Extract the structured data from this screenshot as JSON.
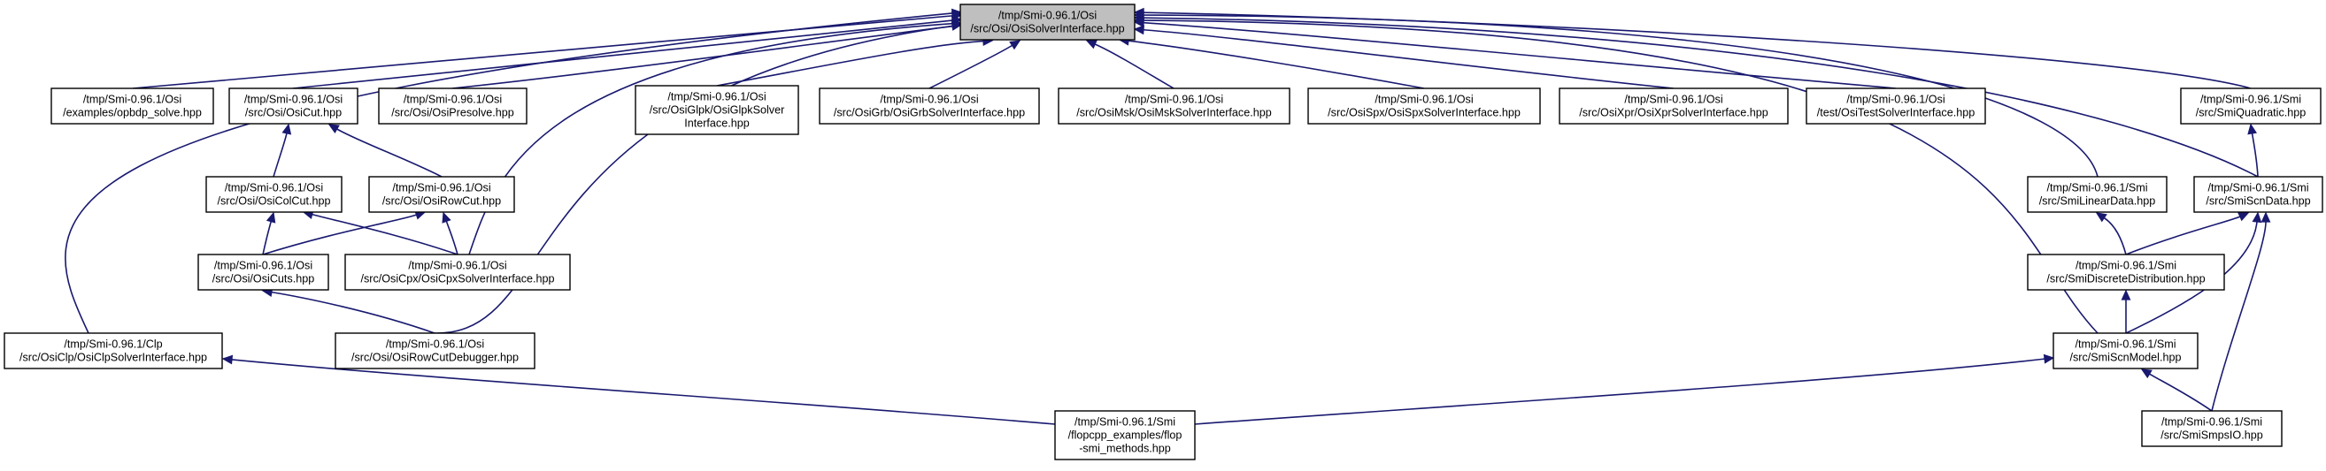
{
  "diagram": {
    "focus_node": "n_main",
    "nodes": [
      {
        "id": "n_main",
        "lines": [
          "/tmp/Smi-0.96.1/Osi",
          "/src/Osi/OsiSolverInterface.hpp"
        ]
      },
      {
        "id": "n_opbdp",
        "lines": [
          "/tmp/Smi-0.96.1/Osi",
          "/examples/opbdp_solve.hpp"
        ]
      },
      {
        "id": "n_osicut",
        "lines": [
          "/tmp/Smi-0.96.1/Osi",
          "/src/Osi/OsiCut.hpp"
        ]
      },
      {
        "id": "n_presolve",
        "lines": [
          "/tmp/Smi-0.96.1/Osi",
          "/src/Osi/OsiPresolve.hpp"
        ]
      },
      {
        "id": "n_glpk",
        "lines": [
          "/tmp/Smi-0.96.1/Osi",
          "/src/OsiGlpk/OsiGlpkSolver",
          "Interface.hpp"
        ]
      },
      {
        "id": "n_grb",
        "lines": [
          "/tmp/Smi-0.96.1/Osi",
          "/src/OsiGrb/OsiGrbSolverInterface.hpp"
        ]
      },
      {
        "id": "n_msk",
        "lines": [
          "/tmp/Smi-0.96.1/Osi",
          "/src/OsiMsk/OsiMskSolverInterface.hpp"
        ]
      },
      {
        "id": "n_spx",
        "lines": [
          "/tmp/Smi-0.96.1/Osi",
          "/src/OsiSpx/OsiSpxSolverInterface.hpp"
        ]
      },
      {
        "id": "n_xpr",
        "lines": [
          "/tmp/Smi-0.96.1/Osi",
          "/src/OsiXpr/OsiXprSolverInterface.hpp"
        ]
      },
      {
        "id": "n_test",
        "lines": [
          "/tmp/Smi-0.96.1/Osi",
          "/test/OsiTestSolverInterface.hpp"
        ]
      },
      {
        "id": "n_quad",
        "lines": [
          "/tmp/Smi-0.96.1/Smi",
          "/src/SmiQuadratic.hpp"
        ]
      },
      {
        "id": "n_colcut",
        "lines": [
          "/tmp/Smi-0.96.1/Osi",
          "/src/Osi/OsiColCut.hpp"
        ]
      },
      {
        "id": "n_rowcut",
        "lines": [
          "/tmp/Smi-0.96.1/Osi",
          "/src/Osi/OsiRowCut.hpp"
        ]
      },
      {
        "id": "n_lineardata",
        "lines": [
          "/tmp/Smi-0.96.1/Smi",
          "/src/SmiLinearData.hpp"
        ]
      },
      {
        "id": "n_scndata",
        "lines": [
          "/tmp/Smi-0.96.1/Smi",
          "/src/SmiScnData.hpp"
        ]
      },
      {
        "id": "n_cuts",
        "lines": [
          "/tmp/Smi-0.96.1/Osi",
          "/src/Osi/OsiCuts.hpp"
        ]
      },
      {
        "id": "n_cpx",
        "lines": [
          "/tmp/Smi-0.96.1/Osi",
          "/src/OsiCpx/OsiCpxSolverInterface.hpp"
        ]
      },
      {
        "id": "n_discrete",
        "lines": [
          "/tmp/Smi-0.96.1/Smi",
          "/src/SmiDiscreteDistribution.hpp"
        ]
      },
      {
        "id": "n_clp",
        "lines": [
          "/tmp/Smi-0.96.1/Clp",
          "/src/OsiClp/OsiClpSolverInterface.hpp"
        ]
      },
      {
        "id": "n_rowcutdbg",
        "lines": [
          "/tmp/Smi-0.96.1/Osi",
          "/src/Osi/OsiRowCutDebugger.hpp"
        ]
      },
      {
        "id": "n_scnmodel",
        "lines": [
          "/tmp/Smi-0.96.1/Smi",
          "/src/SmiScnModel.hpp"
        ]
      },
      {
        "id": "n_flopc",
        "lines": [
          "/tmp/Smi-0.96.1/Smi",
          "/flopcpp_examples/flop",
          "-smi_methods.hpp"
        ]
      },
      {
        "id": "n_smpsio",
        "lines": [
          "/tmp/Smi-0.96.1/Smi",
          "/src/SmiSmpsIO.hpp"
        ]
      }
    ],
    "edges": [
      [
        "n_opbdp",
        "n_main"
      ],
      [
        "n_osicut",
        "n_main"
      ],
      [
        "n_presolve",
        "n_main"
      ],
      [
        "n_glpk",
        "n_main"
      ],
      [
        "n_grb",
        "n_main"
      ],
      [
        "n_msk",
        "n_main"
      ],
      [
        "n_spx",
        "n_main"
      ],
      [
        "n_xpr",
        "n_main"
      ],
      [
        "n_test",
        "n_main"
      ],
      [
        "n_quad",
        "n_main"
      ],
      [
        "n_lineardata",
        "n_main"
      ],
      [
        "n_scndata",
        "n_main"
      ],
      [
        "n_scnmodel",
        "n_main"
      ],
      [
        "n_cpx",
        "n_main"
      ],
      [
        "n_rowcutdbg",
        "n_main"
      ],
      [
        "n_clp",
        "n_main"
      ],
      [
        "n_colcut",
        "n_osicut"
      ],
      [
        "n_rowcut",
        "n_osicut"
      ],
      [
        "n_cuts",
        "n_colcut"
      ],
      [
        "n_cpx",
        "n_colcut"
      ],
      [
        "n_cuts",
        "n_rowcut"
      ],
      [
        "n_cpx",
        "n_rowcut"
      ],
      [
        "n_rowcutdbg",
        "n_cuts"
      ],
      [
        "n_scndata",
        "n_quad"
      ],
      [
        "n_discrete",
        "n_lineardata"
      ],
      [
        "n_discrete",
        "n_scndata"
      ],
      [
        "n_scnmodel",
        "n_scndata"
      ],
      [
        "n_smpsio",
        "n_scndata"
      ],
      [
        "n_scnmodel",
        "n_discrete"
      ],
      [
        "n_smpsio",
        "n_scnmodel"
      ],
      [
        "n_flopc",
        "n_scnmodel"
      ],
      [
        "n_flopc",
        "n_clp"
      ]
    ]
  }
}
